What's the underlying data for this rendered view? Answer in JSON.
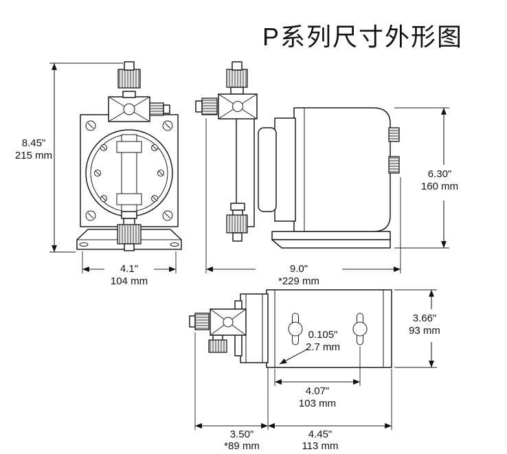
{
  "title": "P系列尺寸外形图",
  "dimensions": {
    "front_height": {
      "in": "8.45\"",
      "mm": "215 mm"
    },
    "front_width": {
      "in": "4.1\"",
      "mm": "104 mm"
    },
    "side_height": {
      "in": "6.30\"",
      "mm": "160 mm"
    },
    "side_width": {
      "in": "9.0\"",
      "mm": "*229 mm"
    },
    "top_depth": {
      "in": "3.66\"",
      "mm": "93 mm"
    },
    "slot_detail": {
      "in": "0.105\"",
      "mm": "2.7 mm"
    },
    "hole_span": {
      "in": "4.07\"",
      "mm": "103 mm"
    },
    "head_depth": {
      "in": "3.50\"",
      "mm": "*89 mm"
    },
    "plate_width": {
      "in": "4.45\"",
      "mm": "113 mm"
    }
  }
}
